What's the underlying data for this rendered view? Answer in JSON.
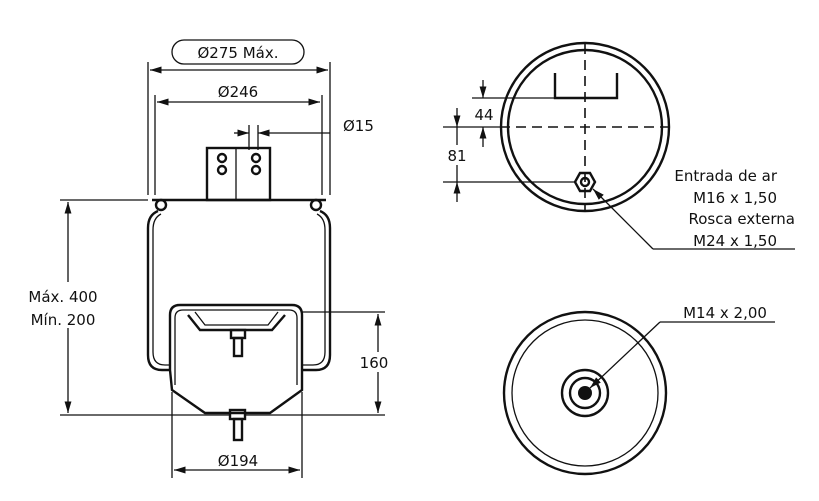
{
  "drawing": {
    "side_view": {
      "max_diameter": "Ø275 Máx.",
      "plate_diameter": "Ø246",
      "stud_diameter": "Ø15",
      "height_max": "Máx. 400",
      "height_min": "Mín. 200",
      "piston_height": "160",
      "piston_diameter": "Ø194"
    },
    "top_view": {
      "dim_bracket": "44",
      "dim_inlet": "81",
      "inlet_label": [
        "Entrada de ar",
        "M16 x 1,50",
        "Rosca externa",
        "M24 x 1,50"
      ]
    },
    "bottom_view": {
      "thread_label": "M14 x 2,00"
    },
    "line_color": "#111111"
  }
}
